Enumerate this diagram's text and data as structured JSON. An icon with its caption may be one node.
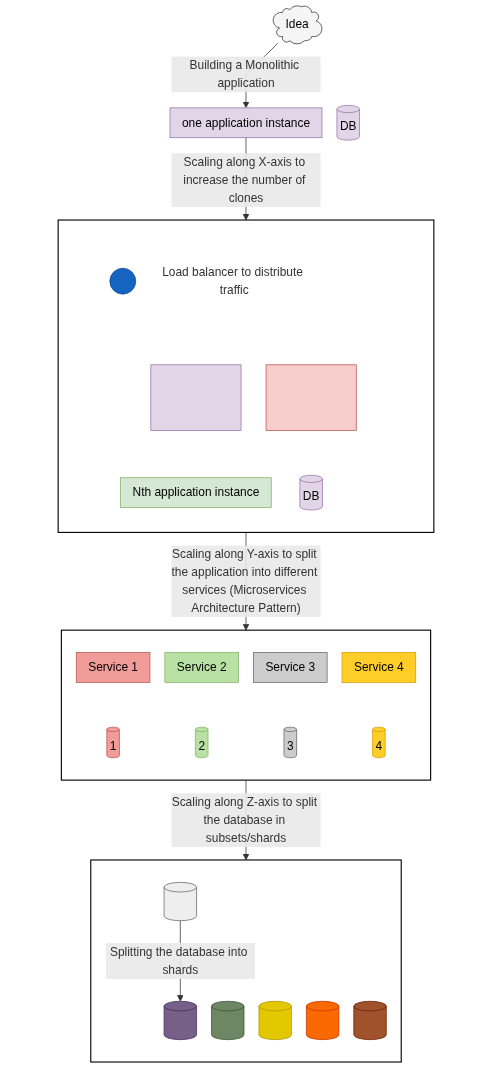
{
  "diagram": {
    "nodes": [
      {
        "text": [
          "Idea"
        ]
      },
      {
        "text": [
          "one application instance"
        ]
      },
      {
        "text": [
          "DB"
        ]
      },
      {
        "text": [],
        "shape": "box"
      },
      {
        "text": [],
        "shape": "circle",
        "beside": [
          "Load balancer to distribute traffic"
        ],
        "in": 3
      },
      {
        "text": [],
        "shape": "box",
        "in": 3
      },
      {
        "text": [],
        "shape": "box",
        "in": 3
      },
      {
        "text": [
          "Nth application instance"
        ],
        "in": 3
      },
      {
        "text": [
          "DB"
        ],
        "in": 3
      },
      {
        "text": [],
        "shape": "box"
      },
      {
        "text": [
          "Service 1"
        ],
        "in": 9
      },
      {
        "text": [
          "Service 2"
        ],
        "in": 9
      },
      {
        "text": [
          "Service 3"
        ],
        "in": 9
      },
      {
        "text": [
          "Service 4"
        ],
        "in": 9
      },
      {
        "text": [
          "1"
        ],
        "in": 9
      },
      {
        "text": [
          "2"
        ],
        "in": 9
      },
      {
        "text": [
          "3"
        ],
        "in": 9
      },
      {
        "text": [
          "4"
        ],
        "in": 9
      },
      {
        "text": [],
        "shape": "box"
      },
      {
        "text": [],
        "shape": "cylinder",
        "in": 18
      },
      {
        "text": [],
        "shape": "cylinder",
        "in": 18
      },
      {
        "text": [],
        "shape": "cylinder",
        "in": 18
      },
      {
        "text": [],
        "shape": "cylinder",
        "in": 18
      },
      {
        "text": [],
        "shape": "cylinder",
        "in": 18
      },
      {
        "text": [],
        "shape": "cylinder",
        "in": 18
      }
    ],
    "edges": [
      {
        "from": 0,
        "to": 1,
        "arrow": "to",
        "label": "Building a Monolithic application"
      },
      {
        "from": 1,
        "to": 3,
        "arrow": "to",
        "label": "Scaling along X-axis to increase the number of clones"
      },
      {
        "from": 3,
        "to": 9,
        "arrow": "to",
        "label": "Scaling along Y-axis to split the application into different services (Microservices Architecture Pattern)"
      },
      {
        "from": 9,
        "to": 18,
        "arrow": "to",
        "label": "Scaling along Z-axis to split the database in subsets/shards"
      },
      {
        "from": 19,
        "to": 22,
        "arrow": "to",
        "label": "Splitting the database into shards"
      }
    ]
  }
}
